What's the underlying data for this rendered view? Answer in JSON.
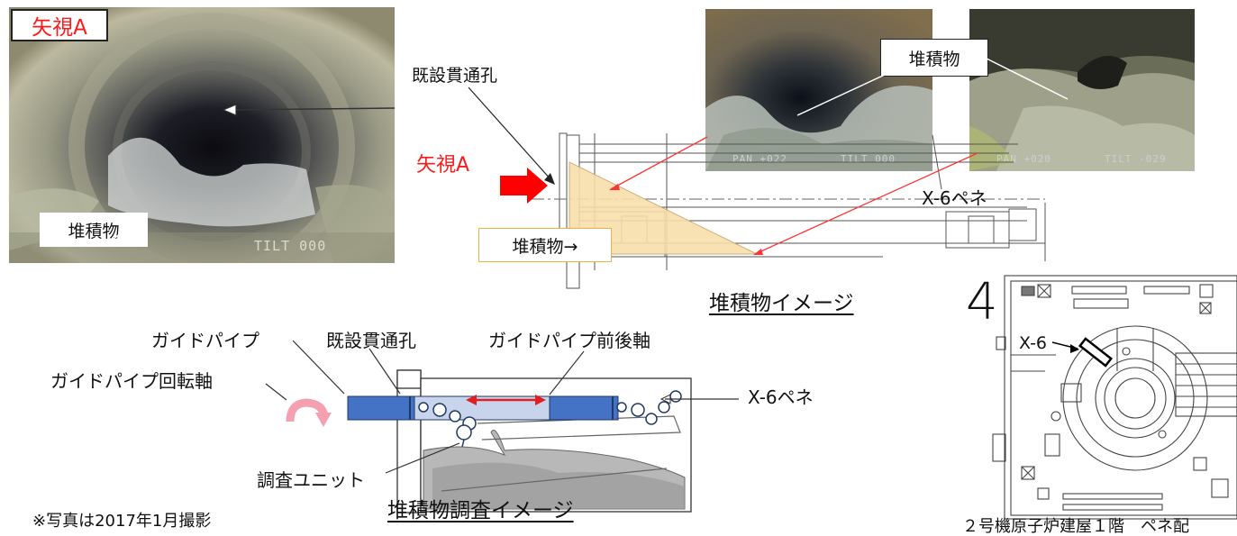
{
  "photo_a": {
    "view_label": "矢視A",
    "deposit_label": "堆積物",
    "overlay": "TILT  000"
  },
  "photo_b": {
    "overlay_pan": "PAN +022",
    "overlay_tilt": "TILT  000"
  },
  "photo_c": {
    "overlay_pan": "PAN +020",
    "overlay_tilt": "TILT -029"
  },
  "photo_callout": "堆積物",
  "section_view": {
    "existing_hole_label": "既設貫通孔",
    "view_label": "矢視A",
    "deposit_arrow_label": "堆積物→",
    "penetration_label": "X-6ペネ",
    "caption": "堆積物イメージ",
    "colors": {
      "deposit_fill": "#f8deaa",
      "arrow": "#ff0000",
      "callout_line": "#ff3333"
    }
  },
  "investigation": {
    "guide_pipe_label": "ガイドパイプ",
    "existing_hole_label": "既設貫通孔",
    "guide_axis_label": "ガイドパイプ前後軸",
    "rotation_axis_label": "ガイドパイプ回転軸",
    "penetration_label": "X-6ペネ",
    "unit_label": "調査ユニット",
    "caption": "堆積物調査イメージ",
    "colors": {
      "pipe": "#4472c4",
      "pipe_light": "#c8d4ec",
      "rotation_arrow": "#f4a0b0"
    }
  },
  "footnote": "※写真は2017年1月撮影",
  "floor_plan": {
    "north_mark": "4",
    "x6_label": "X-6",
    "caption": "２号機原子炉建屋１階　ペネ配"
  }
}
